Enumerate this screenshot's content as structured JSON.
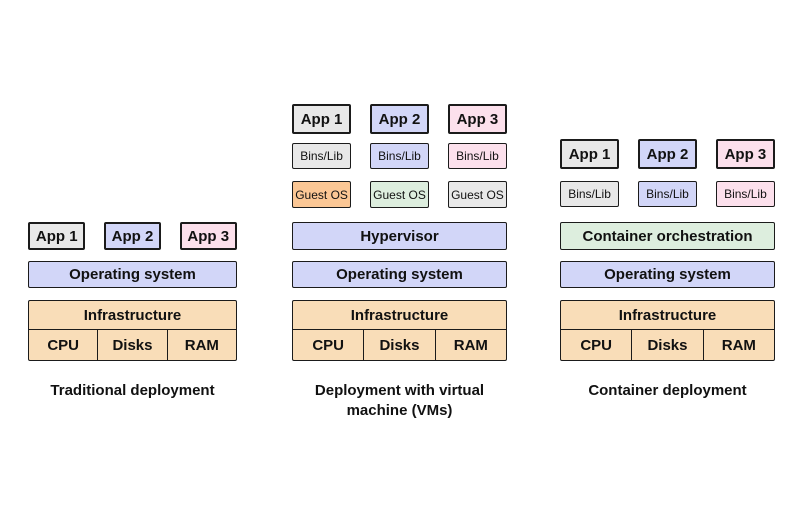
{
  "diagram": {
    "background": "#ffffff",
    "border_color": "#1b1b1b",
    "text_color": "#111111",
    "colors": {
      "gray": "#e8e8e8",
      "lavender": "#d2d6f8",
      "pink": "#fce0ec",
      "green": "#ddeede",
      "peach": "#f9ddb8",
      "orange": "#fbc795"
    },
    "columns": [
      {
        "caption": "Traditional deployment",
        "apps": [
          {
            "label": "App 1"
          },
          {
            "label": "App 2"
          },
          {
            "label": "App 3"
          }
        ],
        "os_label": "Operating system",
        "infra": {
          "label": "Infrastructure",
          "cells": [
            "CPU",
            "Disks",
            "RAM"
          ]
        }
      },
      {
        "caption": "Deployment with virtual machine (VMs)",
        "apps": [
          {
            "label": "App 1"
          },
          {
            "label": "App 2"
          },
          {
            "label": "App 3"
          }
        ],
        "binslib": [
          {
            "label": "Bins/Lib"
          },
          {
            "label": "Bins/Lib"
          },
          {
            "label": "Bins/Lib"
          }
        ],
        "guestos": [
          {
            "label": "Guest OS"
          },
          {
            "label": "Guest OS"
          },
          {
            "label": "Guest OS"
          }
        ],
        "hypervisor_label": "Hypervisor",
        "os_label": "Operating system",
        "infra": {
          "label": "Infrastructure",
          "cells": [
            "CPU",
            "Disks",
            "RAM"
          ]
        }
      },
      {
        "caption": "Container deployment",
        "apps": [
          {
            "label": "App 1"
          },
          {
            "label": "App 2"
          },
          {
            "label": "App 3"
          }
        ],
        "binslib": [
          {
            "label": "Bins/Lib"
          },
          {
            "label": "Bins/Lib"
          },
          {
            "label": "Bins/Lib"
          }
        ],
        "orchestration_label": "Container orchestration",
        "os_label": "Operating system",
        "infra": {
          "label": "Infrastructure",
          "cells": [
            "CPU",
            "Disks",
            "RAM"
          ]
        }
      }
    ]
  }
}
